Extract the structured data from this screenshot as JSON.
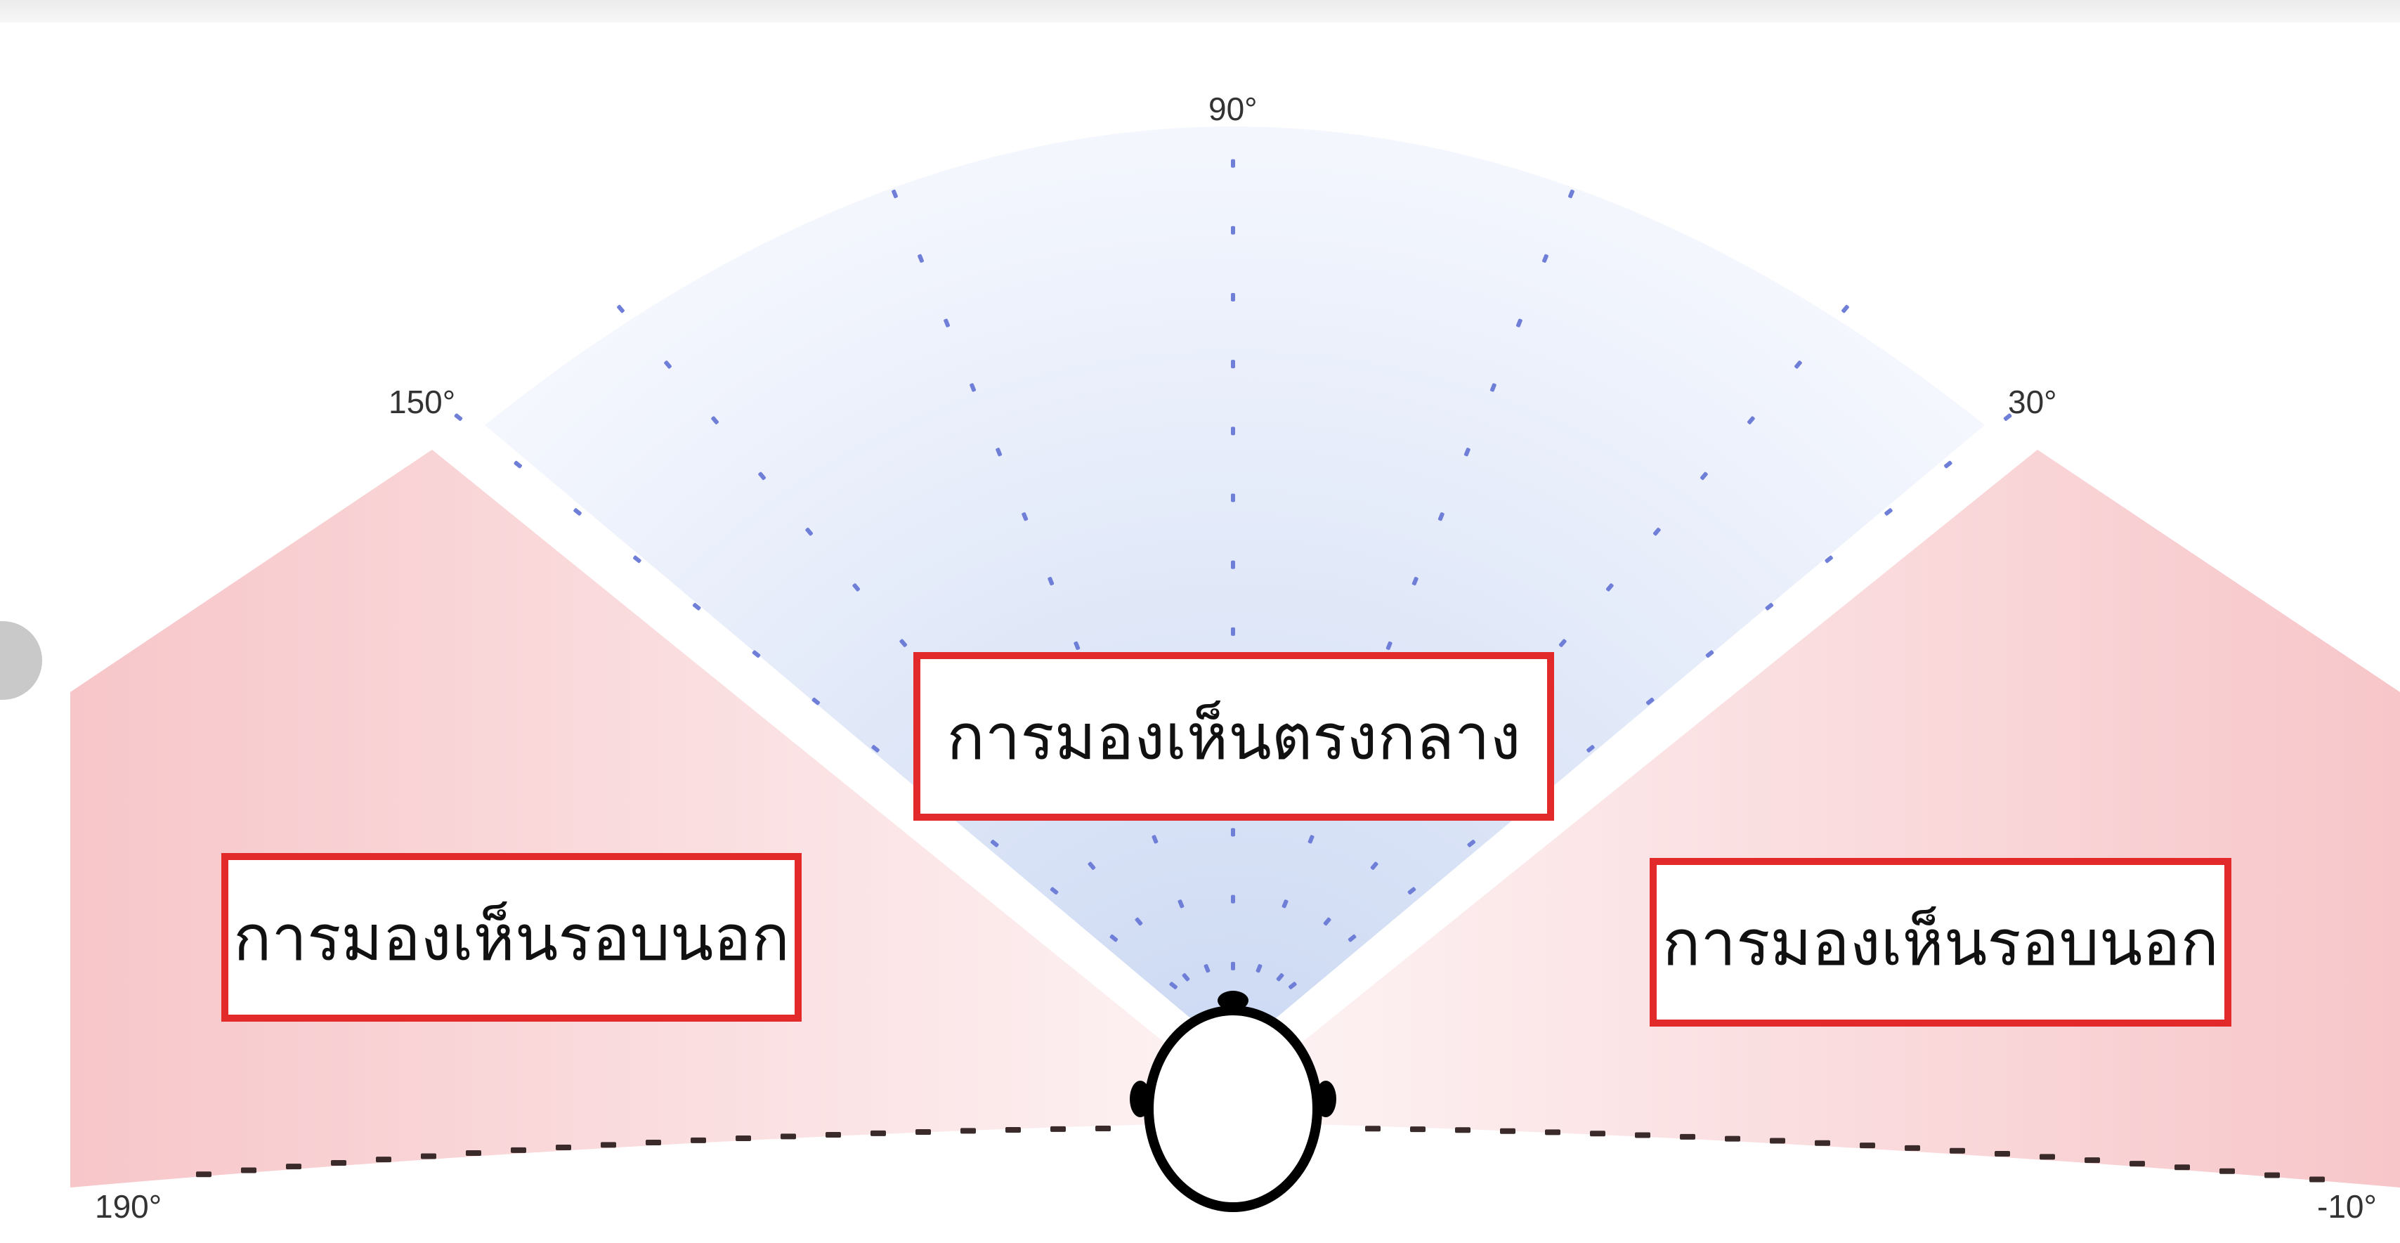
{
  "labels": {
    "central": "การมองเห็นตรงกลาง",
    "peripheral_left": "การมองเห็นรอบนอก",
    "peripheral_right": "การมองเห็นรอบนอก"
  },
  "angles": {
    "top": "90°",
    "upper_left": "150°",
    "upper_right": "30°",
    "bottom_left": "190°",
    "bottom_right": "-10°"
  },
  "colors": {
    "central_field": "#c9d7f2",
    "peripheral_field": "#f7c6c9",
    "box_border": "#e32a2a",
    "central_dots": "#6f7fd8",
    "horizon_dots": "#3a2a2a",
    "head_outline": "#000000"
  }
}
